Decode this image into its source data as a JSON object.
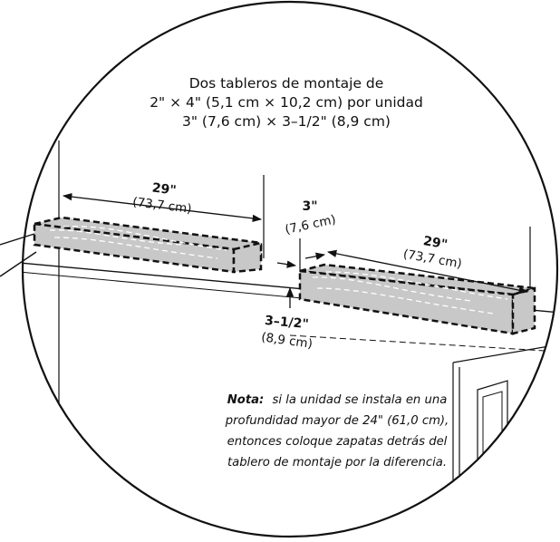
{
  "title": {
    "line1": "Dos tableros de montaje de",
    "line2": "2\" × 4\" (5,1 cm × 10,2 cm) por unidad",
    "line3": "3\" (7,6 cm) × 3–1/2\" (8,9 cm)"
  },
  "dimensions": {
    "left_length": {
      "main": "29\"",
      "metric": "(73,7 cm)"
    },
    "gap": {
      "main": "3\"",
      "metric": "(7,6 cm)"
    },
    "right_length": {
      "main": "29\"",
      "metric": "(73,7 cm)"
    },
    "height": {
      "main": "3–1/2\"",
      "metric": "(8,9 cm)"
    }
  },
  "note": {
    "label": "Nota:",
    "line1": "si la unidad se instala en una",
    "line2": "profundidad mayor de 24\" (61,0 cm),",
    "line3": "entonces coloque zapatas detrás del",
    "line4": "tablero de montaje por la diferencia."
  },
  "colors": {
    "board_fill": "#c8c8c8",
    "line": "#111111",
    "background": "#ffffff"
  }
}
